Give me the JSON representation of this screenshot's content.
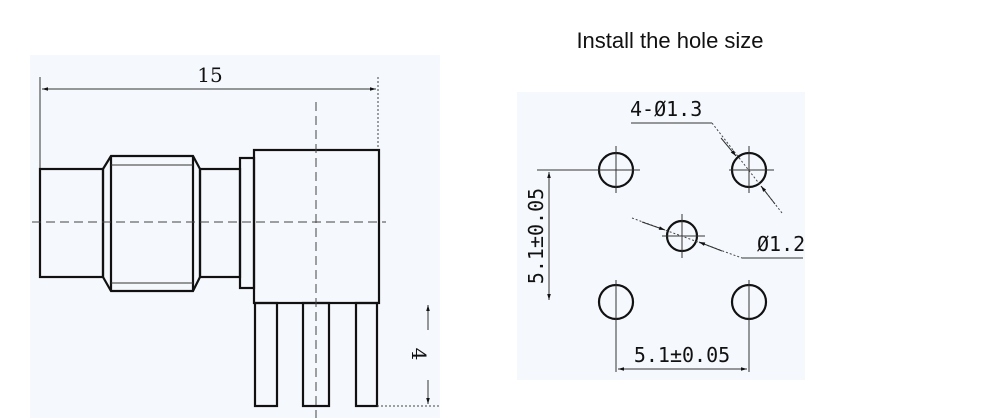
{
  "title": "Install the hole size",
  "side_view": {
    "overall_length_label": "15",
    "pin_length_label": "4"
  },
  "hole_layout": {
    "four_hole_label": "4-Ø1.3",
    "center_hole_label": "Ø1.2",
    "vertical_spacing_label": "5.1±0.05",
    "horizontal_spacing_label": "5.1±0.05"
  },
  "colors": {
    "panel_bg": "#f5f8fd",
    "line": "#111111"
  }
}
